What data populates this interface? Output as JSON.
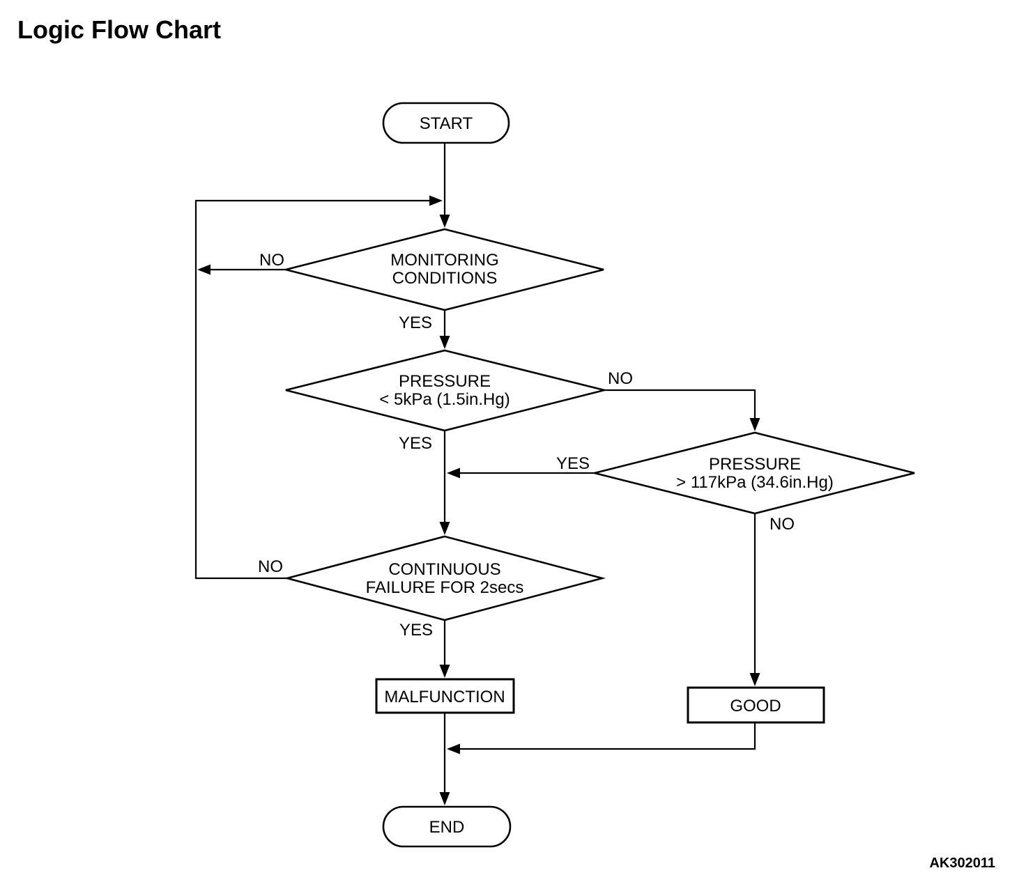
{
  "title": "Logic Flow Chart",
  "figure_code": "AK302011",
  "colors": {
    "ink": "#000000",
    "background": "#ffffff"
  },
  "nodes": {
    "start": {
      "type": "terminator",
      "label": "START"
    },
    "monitoring_conditions": {
      "type": "decision",
      "lines": [
        "MONITORING",
        "CONDITIONS"
      ]
    },
    "pressure_low": {
      "type": "decision",
      "lines": [
        "PRESSURE",
        "< 5kPa (1.5in.Hg)"
      ]
    },
    "pressure_high": {
      "type": "decision",
      "lines": [
        "PRESSURE",
        "> 117kPa (34.6in.Hg)"
      ]
    },
    "continuous_failure": {
      "type": "decision",
      "lines": [
        "CONTINUOUS",
        "FAILURE FOR 2secs"
      ]
    },
    "malfunction": {
      "type": "process",
      "label": "MALFUNCTION"
    },
    "good": {
      "type": "process",
      "label": "GOOD"
    },
    "end": {
      "type": "terminator",
      "label": "END"
    }
  },
  "edges": {
    "start_to_monitoring": {
      "from": "start",
      "to": "monitoring_conditions",
      "label": ""
    },
    "monitoring_no": {
      "from": "monitoring_conditions",
      "to": "monitoring_conditions",
      "label": "NO"
    },
    "monitoring_yes": {
      "from": "monitoring_conditions",
      "to": "pressure_low",
      "label": "YES"
    },
    "pressure_low_no": {
      "from": "pressure_low",
      "to": "pressure_high",
      "label": "NO"
    },
    "pressure_low_yes": {
      "from": "pressure_low",
      "to": "continuous_failure",
      "label": "YES"
    },
    "pressure_high_yes": {
      "from": "pressure_high",
      "to": "continuous_failure",
      "label": "YES"
    },
    "pressure_high_no": {
      "from": "pressure_high",
      "to": "good",
      "label": "NO"
    },
    "continuous_no": {
      "from": "continuous_failure",
      "to": "monitoring_conditions",
      "label": "NO"
    },
    "continuous_yes": {
      "from": "continuous_failure",
      "to": "malfunction",
      "label": "YES"
    },
    "malfunction_to_end": {
      "from": "malfunction",
      "to": "end",
      "label": ""
    },
    "good_to_end": {
      "from": "good",
      "to": "end",
      "label": ""
    }
  }
}
